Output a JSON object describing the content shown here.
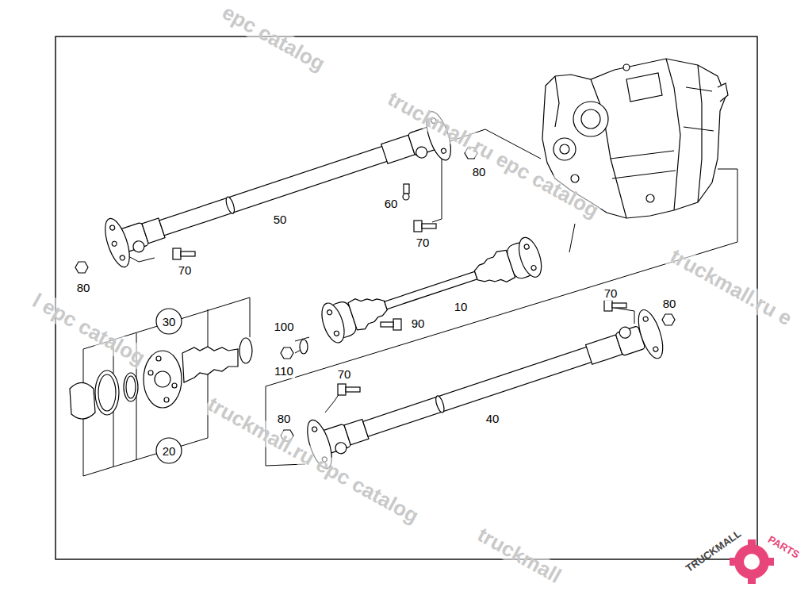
{
  "diagram": {
    "nodes": [
      {
        "text": [
          "30"
        ]
      },
      {
        "text": [
          "20"
        ]
      }
    ],
    "labels": [
      "epc catalog",
      "truckmall.ru epc catalog",
      "80",
      "60",
      "50",
      "70",
      "70",
      "80",
      "truckmall.ru e",
      "l epc catalog",
      "10",
      "70",
      "80",
      "100",
      "90",
      "110",
      "70",
      "40",
      "80",
      "truckmall.ru epc catalog",
      "truckmall",
      "TRUCKMALL",
      "PARTS"
    ]
  }
}
